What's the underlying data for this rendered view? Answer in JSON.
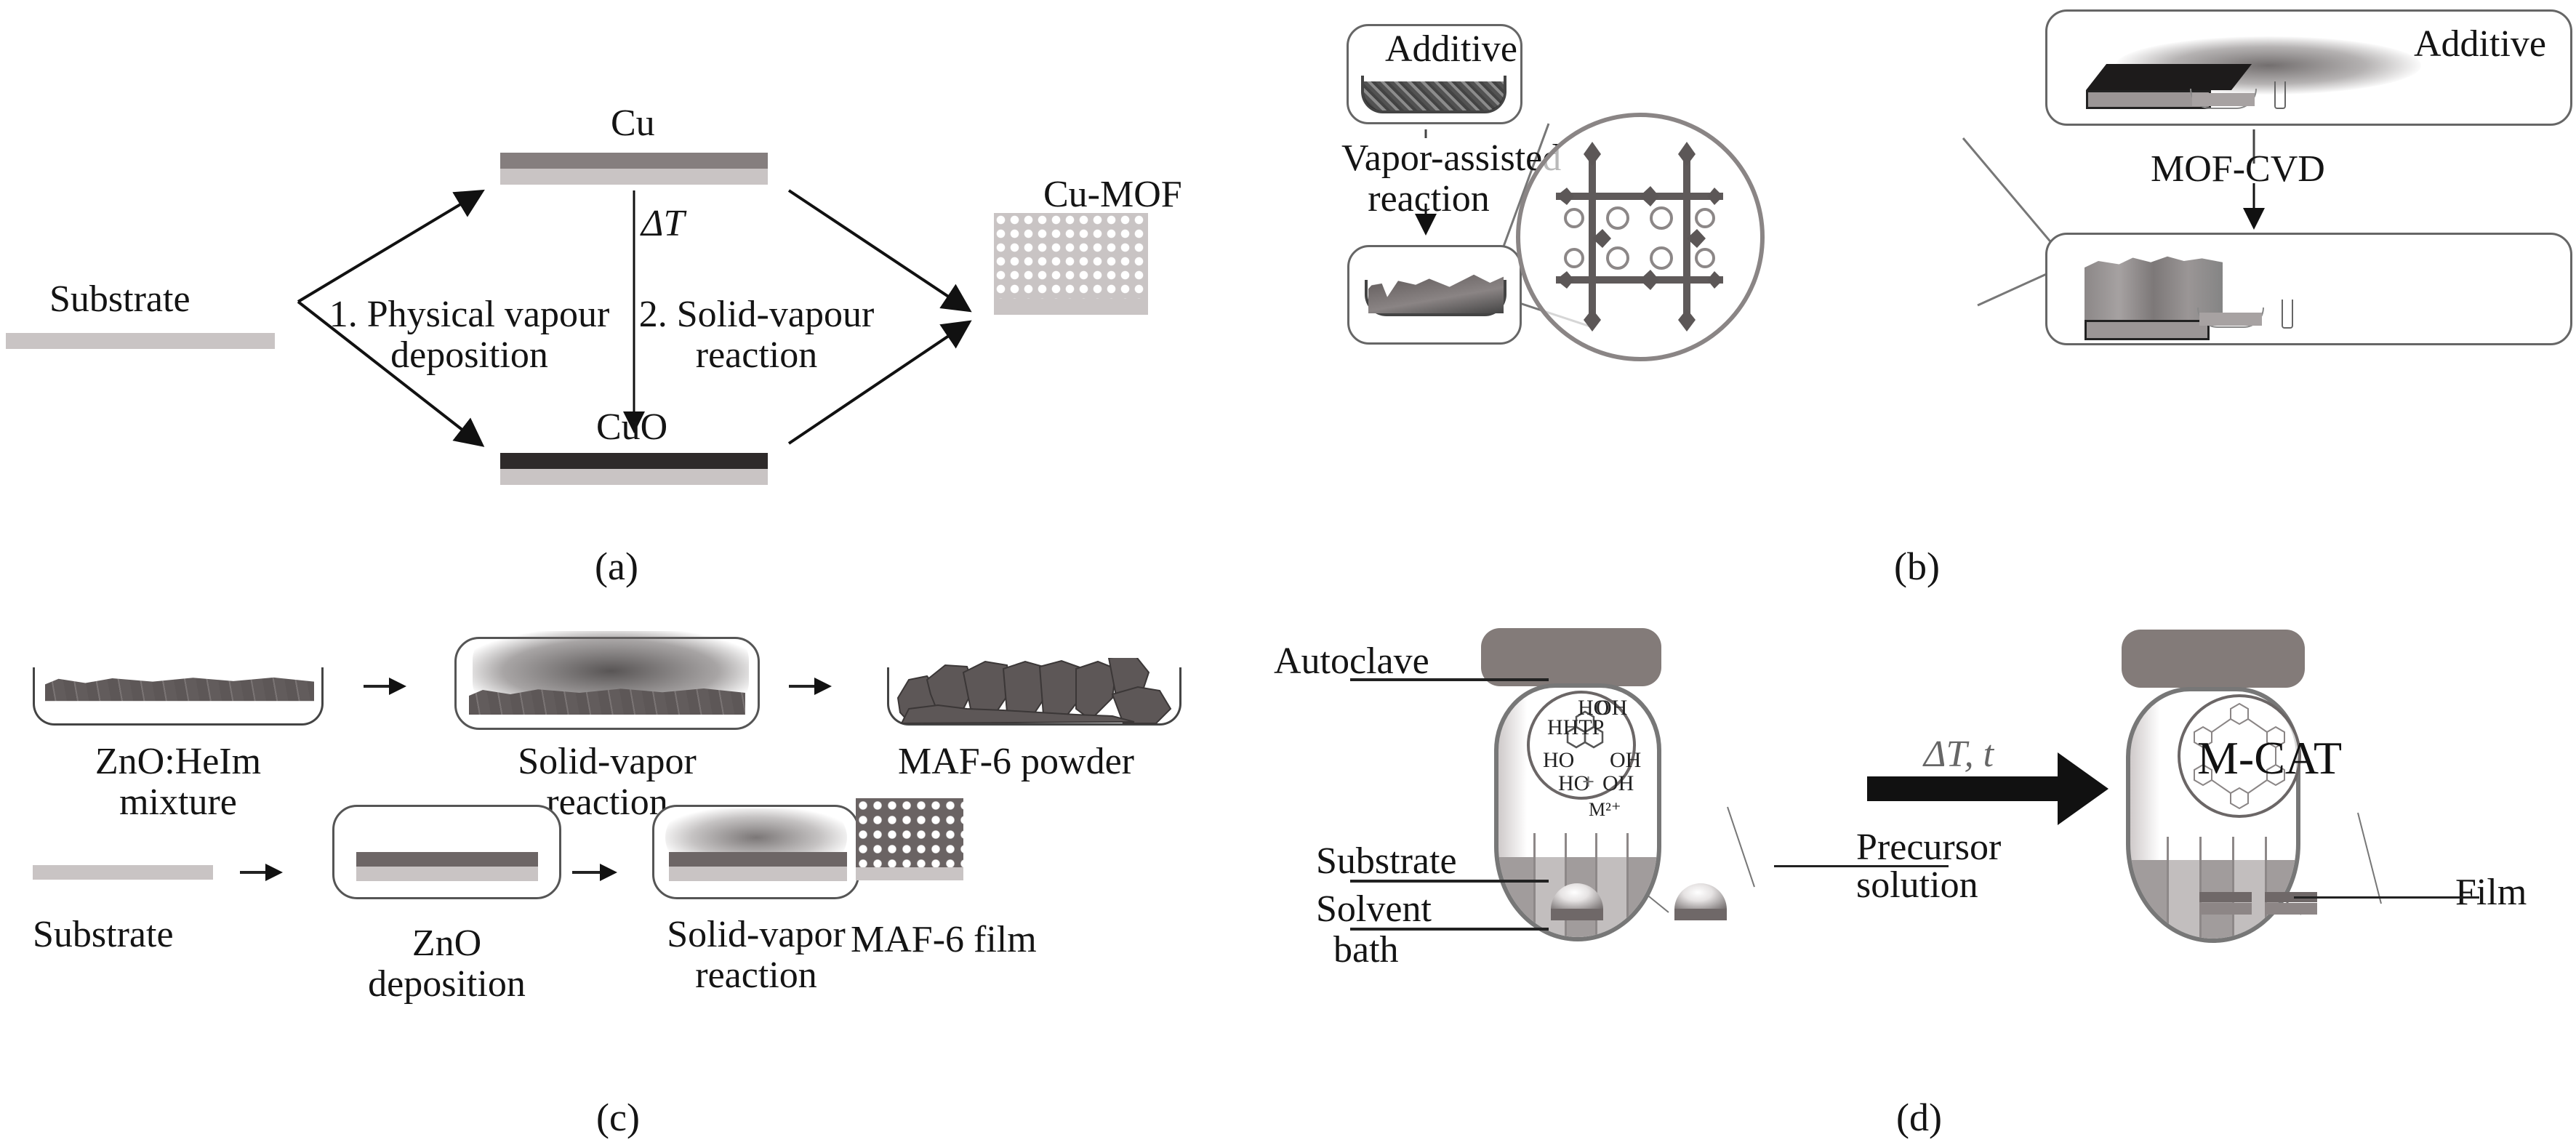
{
  "figure": {
    "panels": [
      {
        "id": "a",
        "label": "(a)",
        "start": "Substrate",
        "top_intermediate": "Cu",
        "bottom_intermediate": "CuO",
        "heating": "ΔT",
        "step1": [
          "1. Physical vapour",
          "deposition"
        ],
        "step2": [
          "2. Solid-vapour",
          "reaction"
        ],
        "product": "Cu-MOF"
      },
      {
        "id": "b",
        "label": "(b)",
        "left_additive": "Additive",
        "left_process": [
          "Vapor-assisted",
          "reaction"
        ],
        "right_additive": "Additive",
        "right_process": "MOF-CVD"
      },
      {
        "id": "c",
        "label": "(c)",
        "row1": [
          [
            "ZnO:HeIm",
            "mixture"
          ],
          [
            "Solid-vapor",
            "reaction"
          ],
          [
            "MAF-6 powder"
          ]
        ],
        "row2": [
          [
            "Substrate"
          ],
          [
            "ZnO",
            "deposition"
          ],
          [
            "Solid-vapor",
            "reaction"
          ],
          [
            "MAF-6 film"
          ]
        ]
      },
      {
        "id": "d",
        "label": "(d)",
        "left_labels": [
          "Autoclave",
          "Substrate",
          "Solvent",
          "bath"
        ],
        "precursor": [
          "Precursor",
          "solution"
        ],
        "chem": {
          "ligand": "HHTP",
          "groups": [
            "HO",
            "OH",
            "HO",
            "OH",
            "HO",
            "OH"
          ],
          "plus": "+",
          "metal": "M²⁺"
        },
        "arrow_label": "ΔT, t",
        "product": "M-CAT",
        "film": "Film"
      }
    ]
  },
  "colors": {
    "substrate": "#c9c4c4",
    "cu": "#857e7e",
    "cuo": "#2e2a2a",
    "zno": "#6d6666",
    "lid": "#837b79",
    "bath": "#a19c9c"
  }
}
